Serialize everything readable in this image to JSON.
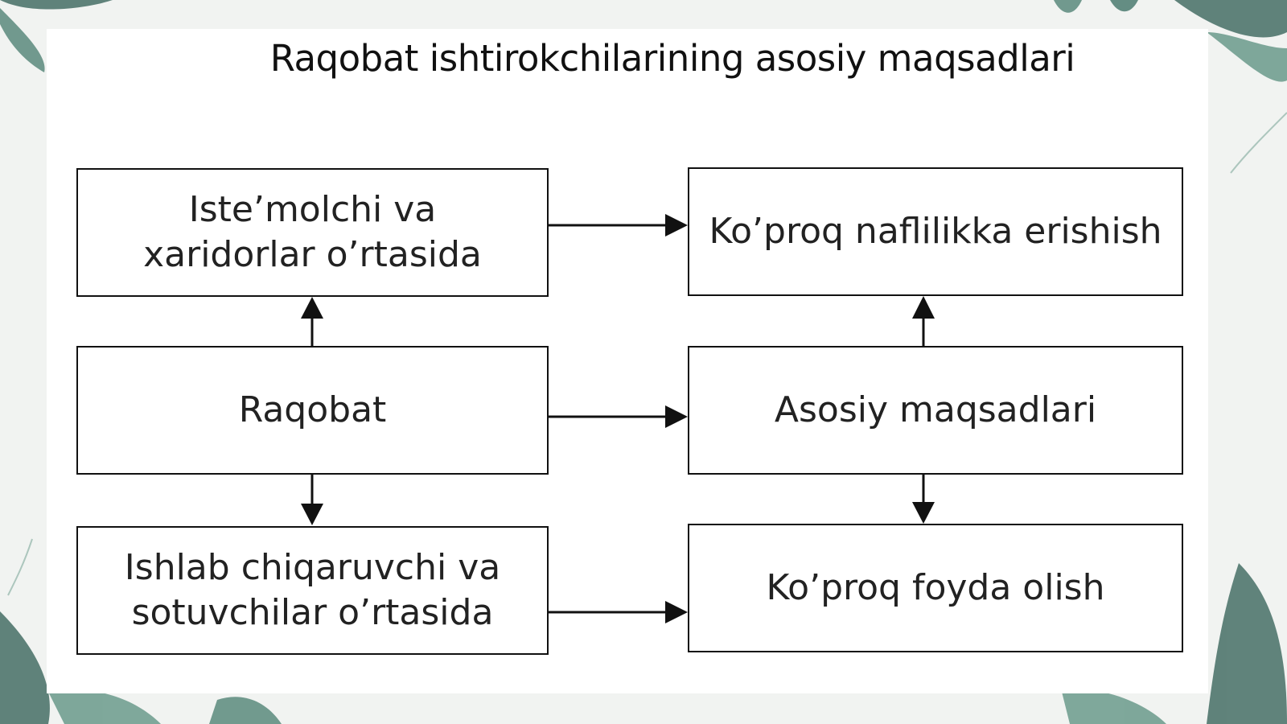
{
  "title": "Raqobat ishtirokchilarining asosiy maqsadlari",
  "nodes": {
    "consumers": "Iste’molchi va xaridorlar o’rtasida",
    "competition": "Raqobat",
    "producers": "Ishlab chiqaruvchi va sotuvchilar o’rtasida",
    "utility": "Ko’proq naflilikka erishish",
    "main_goals": "Asosiy maqsadlari",
    "profit": "Ko’proq foyda olish"
  },
  "edges": [
    {
      "from": "competition",
      "to": "consumers"
    },
    {
      "from": "competition",
      "to": "producers"
    },
    {
      "from": "competition",
      "to": "main_goals"
    },
    {
      "from": "consumers",
      "to": "utility"
    },
    {
      "from": "producers",
      "to": "profit"
    },
    {
      "from": "main_goals",
      "to": "utility"
    },
    {
      "from": "main_goals",
      "to": "profit"
    }
  ],
  "colors": {
    "box_border": "#111111",
    "arrow": "#111111",
    "leaf_dark": "#3f6f64",
    "leaf_light": "#7fa89b"
  }
}
